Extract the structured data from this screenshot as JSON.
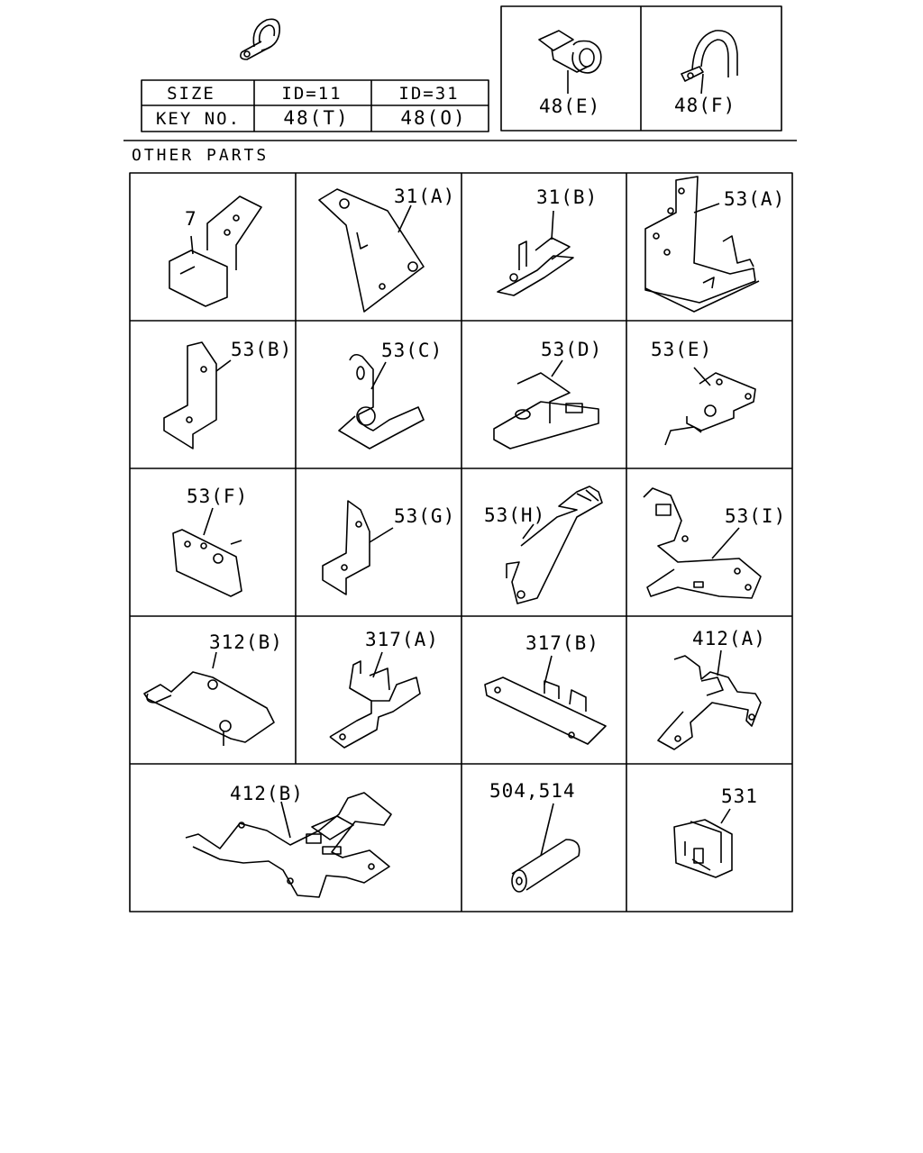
{
  "header": {
    "size_label": "SIZE",
    "key_label": "KEY NO.",
    "id_11": "ID=11",
    "id_31": "ID=31",
    "key_t": "48(T)",
    "key_o": "48(O)",
    "clip_e": "48(E)",
    "clip_f": "48(F)"
  },
  "section_title": "OTHER PARTS",
  "parts": {
    "p7": "7",
    "p31a": "31(A)",
    "p31b": "31(B)",
    "p53a": "53(A)",
    "p53b": "53(B)",
    "p53c": "53(C)",
    "p53d": "53(D)",
    "p53e": "53(E)",
    "p53f": "53(F)",
    "p53g": "53(G)",
    "p53h": "53(H)",
    "p53i": "53(I)",
    "p312b": "312(B)",
    "p317a": "317(A)",
    "p317b": "317(B)",
    "p412a": "412(A)",
    "p412b": "412(B)",
    "p504": "504,514",
    "p531": "531"
  }
}
